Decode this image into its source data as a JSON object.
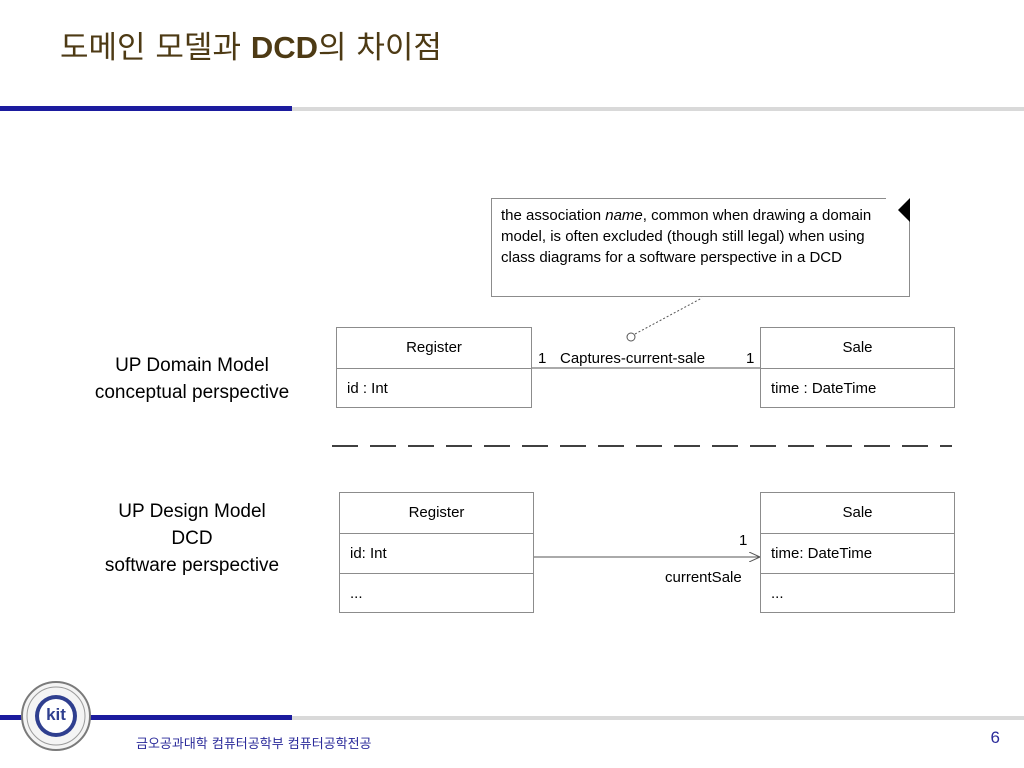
{
  "slide": {
    "title_prefix": "도메인 모델과 ",
    "title_bold": "DCD",
    "title_suffix": "의 차이점",
    "footer": "금오공과대학 컴퓨터공학부 컴퓨터공학전공",
    "page_number": "6",
    "logo_text": "kit"
  },
  "colors": {
    "title": "#4d3a14",
    "accent_blue": "#1b1b9e",
    "divider_gray": "#d9d9d9",
    "footer_text": "#2a2a9a"
  },
  "note": {
    "text_before": "the association ",
    "text_italic": "name",
    "text_after": ", common when drawing a domain model, is often excluded (though still legal) when using class diagrams for a software perspective in a DCD"
  },
  "domain_model": {
    "label_line1": "UP Domain Model",
    "label_line2": "conceptual perspective",
    "register": {
      "name": "Register",
      "attribute": "id : Int"
    },
    "sale": {
      "name": "Sale",
      "attribute": "time : DateTime"
    },
    "association": {
      "name": "Captures-current-sale",
      "multiplicity_left": "1",
      "multiplicity_right": "1"
    }
  },
  "design_model": {
    "label_line1": "UP Design Model",
    "label_line2": "DCD",
    "label_line3": "software perspective",
    "register": {
      "name": "Register",
      "attribute": "id: Int",
      "operations": "..."
    },
    "sale": {
      "name": "Sale",
      "attribute": "time: DateTime",
      "operations": "..."
    },
    "association": {
      "role": "currentSale",
      "multiplicity": "1"
    }
  }
}
